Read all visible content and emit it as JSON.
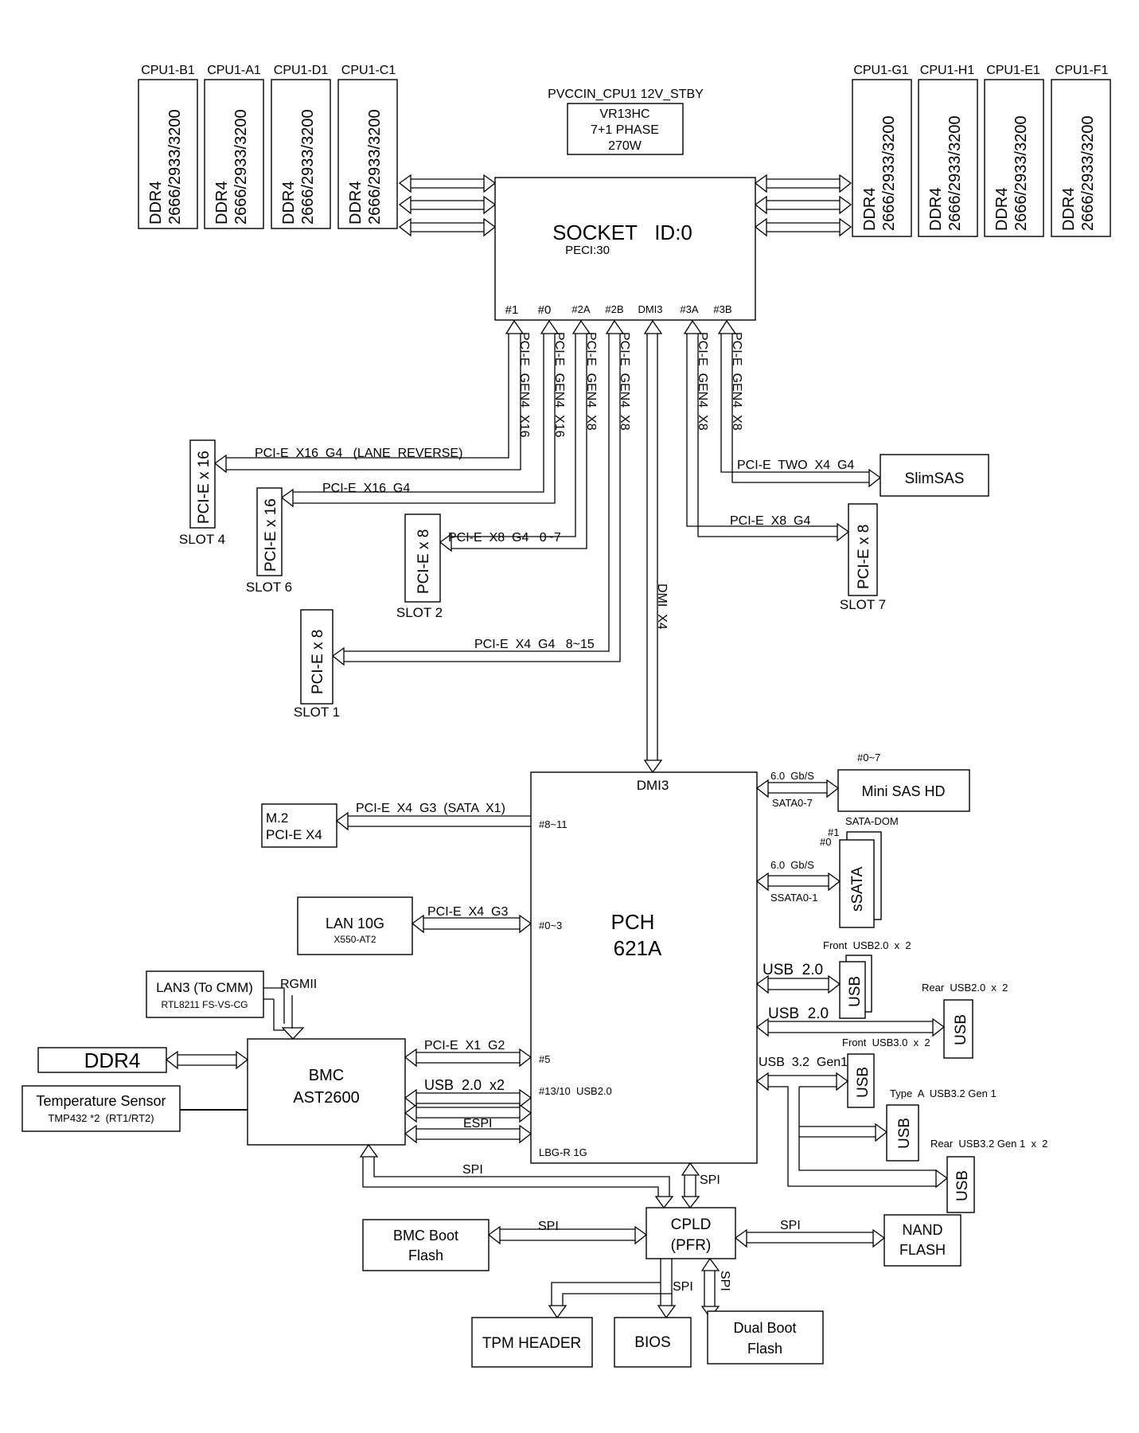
{
  "cpu_memory": {
    "left_slots": [
      "CPU1-B1",
      "CPU1-A1",
      "CPU1-D1",
      "CPU1-C1"
    ],
    "right_slots": [
      "CPU1-G1",
      "CPU1-H1",
      "CPU1-E1",
      "CPU1-F1"
    ],
    "dimm_type": "DDR4",
    "dimm_speed": "2666/2933/3200"
  },
  "vr": {
    "label": "PVCCIN_CPU1 12V_STBY",
    "line1": "VR13HC",
    "line2": "7+1 PHASE",
    "line3": "270W"
  },
  "socket": {
    "title": "SOCKET   ID:0",
    "peci": "PECI:30",
    "ports": [
      "#1",
      "#0",
      "#2A",
      "#2B",
      "DMI3",
      "#3A",
      "#3B"
    ]
  },
  "cpu_lanes": {
    "p1": "PCI-E  GEN4  X16",
    "p0": "PCI-E  GEN4  X16",
    "p2a": "PCI-E  GEN4  X8",
    "p2b": "PCI-E  GEN4  X8",
    "p3a": "PCI-E  GEN4  X8",
    "p3b": "PCI-E  GEN4  X8",
    "dmi": "DMI  X4"
  },
  "slots": {
    "slot4": {
      "box": "PCI-E x 16",
      "name": "SLOT 4",
      "link": "PCI-E  X16  G4   (LANE  REVERSE)"
    },
    "slot6": {
      "box": "PCI-E x 16",
      "name": "SLOT 6",
      "link": "PCI-E  X16  G4"
    },
    "slot2": {
      "box": "PCI-E x 8",
      "name": "SLOT 2",
      "link": "PCI-E  X8  G4   0~7"
    },
    "slot1": {
      "box": "PCI-E x 8",
      "name": "SLOT 1",
      "link": "PCI-E  X4  G4   8~15"
    },
    "slot7": {
      "box": "PCI-E x 8",
      "name": "SLOT 7",
      "link": "PCI-E  X8  G4"
    },
    "slimsas": {
      "box": "SlimSAS",
      "link": "PCI-E  TWO  X4  G4"
    }
  },
  "pch": {
    "title1": "PCH",
    "title2": "621A",
    "dmi": "DMI3",
    "p8_11": "#8~11",
    "p0_3": "#0~3",
    "p5": "#5",
    "usb_port": "#13/10  USB2.0",
    "lbg": "LBG-R 1G"
  },
  "m2": {
    "line1": "M.2",
    "line2": "PCI-E X4",
    "link": "PCI-E  X4  G3  (SATA  X1)"
  },
  "lan10g": {
    "title": "LAN 10G",
    "sub": "X550-AT2",
    "link": "PCI-E  X4  G3"
  },
  "lan3": {
    "title": "LAN3 (To CMM)",
    "sub": "RTL8211 FS-VS-CG",
    "link": "RGMII"
  },
  "bmc": {
    "title1": "BMC",
    "title2": "AST2600",
    "ddr4": "DDR4",
    "link_pcie": "PCI-E  X1  G2",
    "link_usb": "USB  2.0  x2",
    "link_espi": "ESPI",
    "link_spi": "SPI"
  },
  "temp": {
    "title": "Temperature Sensor",
    "sub": "TMP432 *2  (RT1/RT2)"
  },
  "sas": {
    "port": "#0~7",
    "speed": "6.0  Gb/S",
    "sata": "SATA0-7",
    "title": "Mini SAS HD"
  },
  "ssata": {
    "p1": "#1",
    "p0": "#0",
    "dom": "SATA-DOM",
    "speed": "6.0  Gb/S",
    "name": "SSATA0-1",
    "box": "sSATA"
  },
  "usb": {
    "front2_label": "Front  USB2.0  x  2",
    "rear2_label": "Rear  USB2.0  x  2",
    "front3_label": "Front  USB3.0  x  2",
    "typea_label": "Type  A  USB3.2 Gen 1",
    "rear3_label": "Rear  USB3.2 Gen 1  x  2",
    "link_usb2a": "USB  2.0",
    "link_usb2b": "USB  2.0",
    "link_usb3": "USB  3.2  Gen1",
    "box": "USB"
  },
  "cpld": {
    "title1": "CPLD",
    "title2": "(PFR)",
    "spi_pch": "SPI",
    "spi_bmcboot": "SPI",
    "spi_nand": "SPI",
    "spi_bios": "SPI",
    "spi_dual": "SPI"
  },
  "flash": {
    "bmc_boot1": "BMC Boot",
    "bmc_boot2": "Flash",
    "nand1": "NAND",
    "nand2": "FLASH",
    "tpm": "TPM HEADER",
    "bios": "BIOS",
    "dual1": "Dual Boot",
    "dual2": "Flash"
  }
}
